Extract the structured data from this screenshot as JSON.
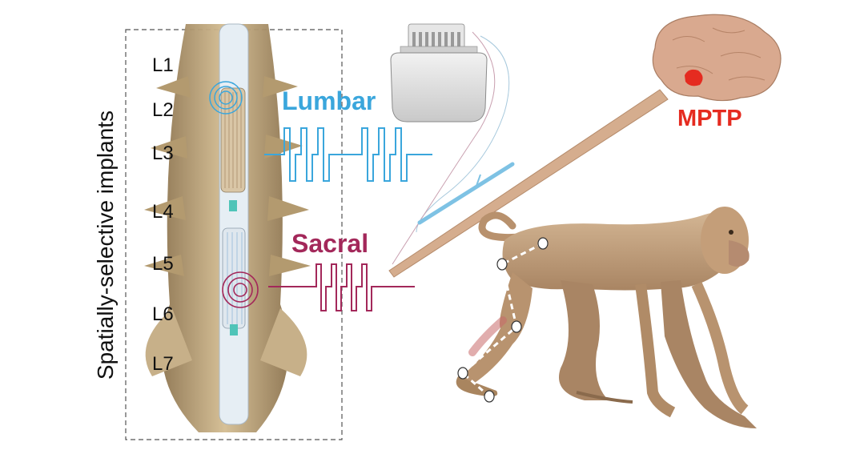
{
  "side_title": "Spatially-selective implants",
  "vertebra_labels": [
    "L1",
    "L2",
    "L3",
    "L4",
    "L5",
    "L6",
    "L7"
  ],
  "lumbar": {
    "label": "Lumbar",
    "color": "#3aa6dc"
  },
  "sacral": {
    "label": "Sacral",
    "color": "#a3285a"
  },
  "lesion": {
    "label": "MPTP",
    "color": "#e52b20"
  },
  "colors": {
    "bone": "#c9b184",
    "bone_dark": "#9c8259",
    "monkey_fur": "#c7a582",
    "brain": "#d9a98f",
    "implant_case": "#dcdcdc"
  }
}
